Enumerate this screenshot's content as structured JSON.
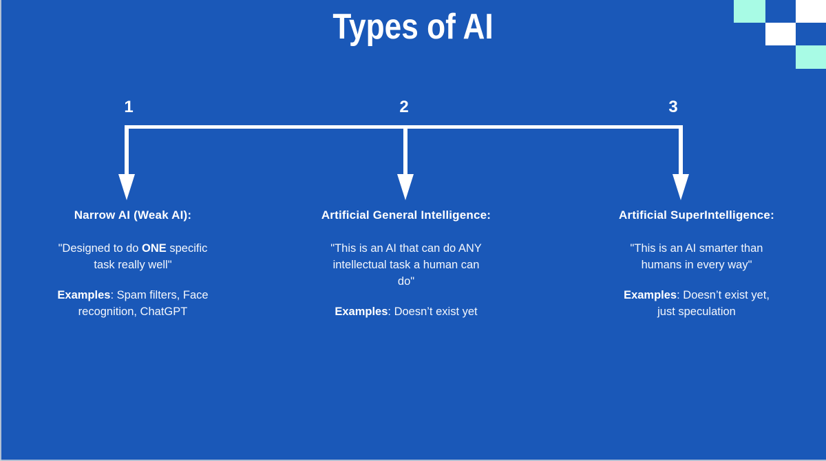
{
  "page": {
    "background_color": "#1a58b8",
    "accent_mint_color": "#a8fbe5",
    "text_color": "#ffffff"
  },
  "title": "Types of AI",
  "columns": [
    {
      "number": "1",
      "heading": "Narrow AI (Weak AI):",
      "quote_prefix": "\"Designed to do ",
      "quote_bold": "ONE",
      "quote_suffix": " specific\ntask really well\"",
      "examples_label": "Examples",
      "examples_text": ": Spam filters, Face\nrecognition, ChatGPT"
    },
    {
      "number": "2",
      "heading": "Artificial General Intelligence:",
      "quote_prefix": "\"This is an AI that can do ANY\nintellectual task a human can\ndo\"",
      "quote_bold": "",
      "quote_suffix": "",
      "examples_label": "Examples",
      "examples_text": ": Doesn’t exist yet"
    },
    {
      "number": "3",
      "heading": "Artificial SuperIntelligence:",
      "quote_prefix": "\"This is an AI smarter than\nhumans in every way\"",
      "quote_bold": "",
      "quote_suffix": "",
      "examples_label": "Examples",
      "examples_text": ": Doesn’t exist yet,\njust speculation"
    }
  ]
}
